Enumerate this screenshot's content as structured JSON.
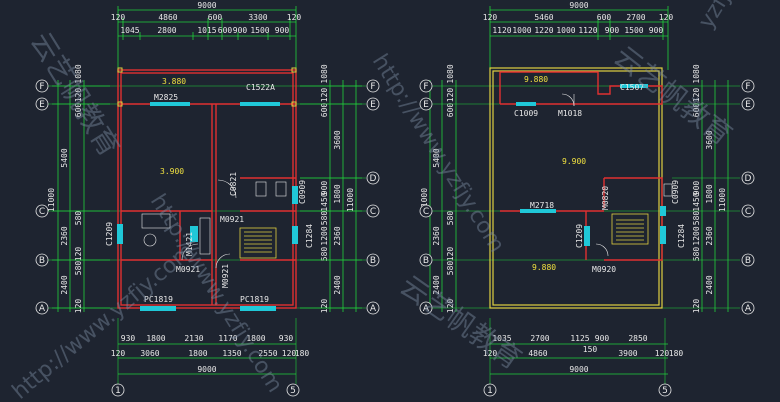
{
  "watermark": {
    "url_text": "http://www.yzfjy.com",
    "brand_text": "云艺帆教育",
    "corner_text": "yzfjy"
  },
  "colors": {
    "background": "#1e2430",
    "dim_line": "#21d13a",
    "wall": "#e03030",
    "outline": "#e0d040",
    "window": "#20c8d8",
    "axis_circle": "#e8e8e8",
    "text": "#e8e8e8"
  },
  "plan_left": {
    "top_total": "9000",
    "top_row2": [
      "120",
      "4860",
      "600",
      "3300",
      "120"
    ],
    "top_row1": [
      "1045",
      "2800",
      "1015",
      "600",
      "900",
      "1500",
      "900"
    ],
    "bottom_row1": [
      "930",
      "1800",
      "2130",
      "1170",
      "1800",
      "930"
    ],
    "bottom_row2": [
      "120",
      "3060",
      "1800",
      "1350",
      "2550",
      "120",
      "180"
    ],
    "bottom_total": "9000",
    "left_outer": "11000",
    "left_mid": [
      "5400",
      "2360",
      "2400"
    ],
    "left_inner": [
      "1080",
      "120",
      "600",
      "580",
      "120",
      "580",
      "120"
    ],
    "right_outer": "11000",
    "right_mid": [
      "3600",
      "1800",
      "2360",
      "2400"
    ],
    "right_inner": [
      "1080",
      "120",
      "600",
      "900",
      "1450",
      "580",
      "1200",
      "580",
      "120"
    ],
    "axis_rows": [
      "F",
      "E",
      "D",
      "C",
      "B",
      "A"
    ],
    "axis_cols": [
      "1",
      "5"
    ],
    "levels": [
      "3.880",
      "3.900"
    ],
    "labels": [
      "M2825",
      "C1522A",
      "C0821",
      "M0921",
      "C0909",
      "C1209",
      "M1421",
      "M0921",
      "M0921",
      "C1284",
      "PC1819",
      "PC1819"
    ]
  },
  "plan_right": {
    "top_total": "9000",
    "top_row2": [
      "120",
      "5460",
      "600",
      "2700",
      "120"
    ],
    "top_row1": [
      "1120",
      "1000",
      "1220",
      "1000",
      "1120",
      "900",
      "1500",
      "900"
    ],
    "bottom_row1": [
      "1035",
      "2700",
      "1125",
      "900",
      "2850"
    ],
    "bottom_row2": [
      "120",
      "4860",
      "150",
      "3900",
      "120",
      "180"
    ],
    "bottom_total": "9000",
    "left_outer": "11000",
    "left_mid": [
      "5400",
      "2360",
      "2400"
    ],
    "left_inner": [
      "1080",
      "120",
      "600",
      "580",
      "120",
      "580",
      "120"
    ],
    "right_outer": "11000",
    "right_mid": [
      "3600",
      "1800",
      "2360",
      "2400"
    ],
    "right_inner": [
      "1080",
      "120",
      "600",
      "900",
      "1450",
      "580",
      "1200",
      "580",
      "120"
    ],
    "axis_rows": [
      "F",
      "E",
      "D",
      "C",
      "B",
      "A"
    ],
    "axis_cols": [
      "1",
      "5"
    ],
    "levels": [
      "9.880",
      "9.900",
      "9.880"
    ],
    "labels": [
      "C1009",
      "M1018",
      "C1507",
      "M2718",
      "C1209",
      "M0820",
      "C0909",
      "M0920",
      "C1284"
    ]
  }
}
